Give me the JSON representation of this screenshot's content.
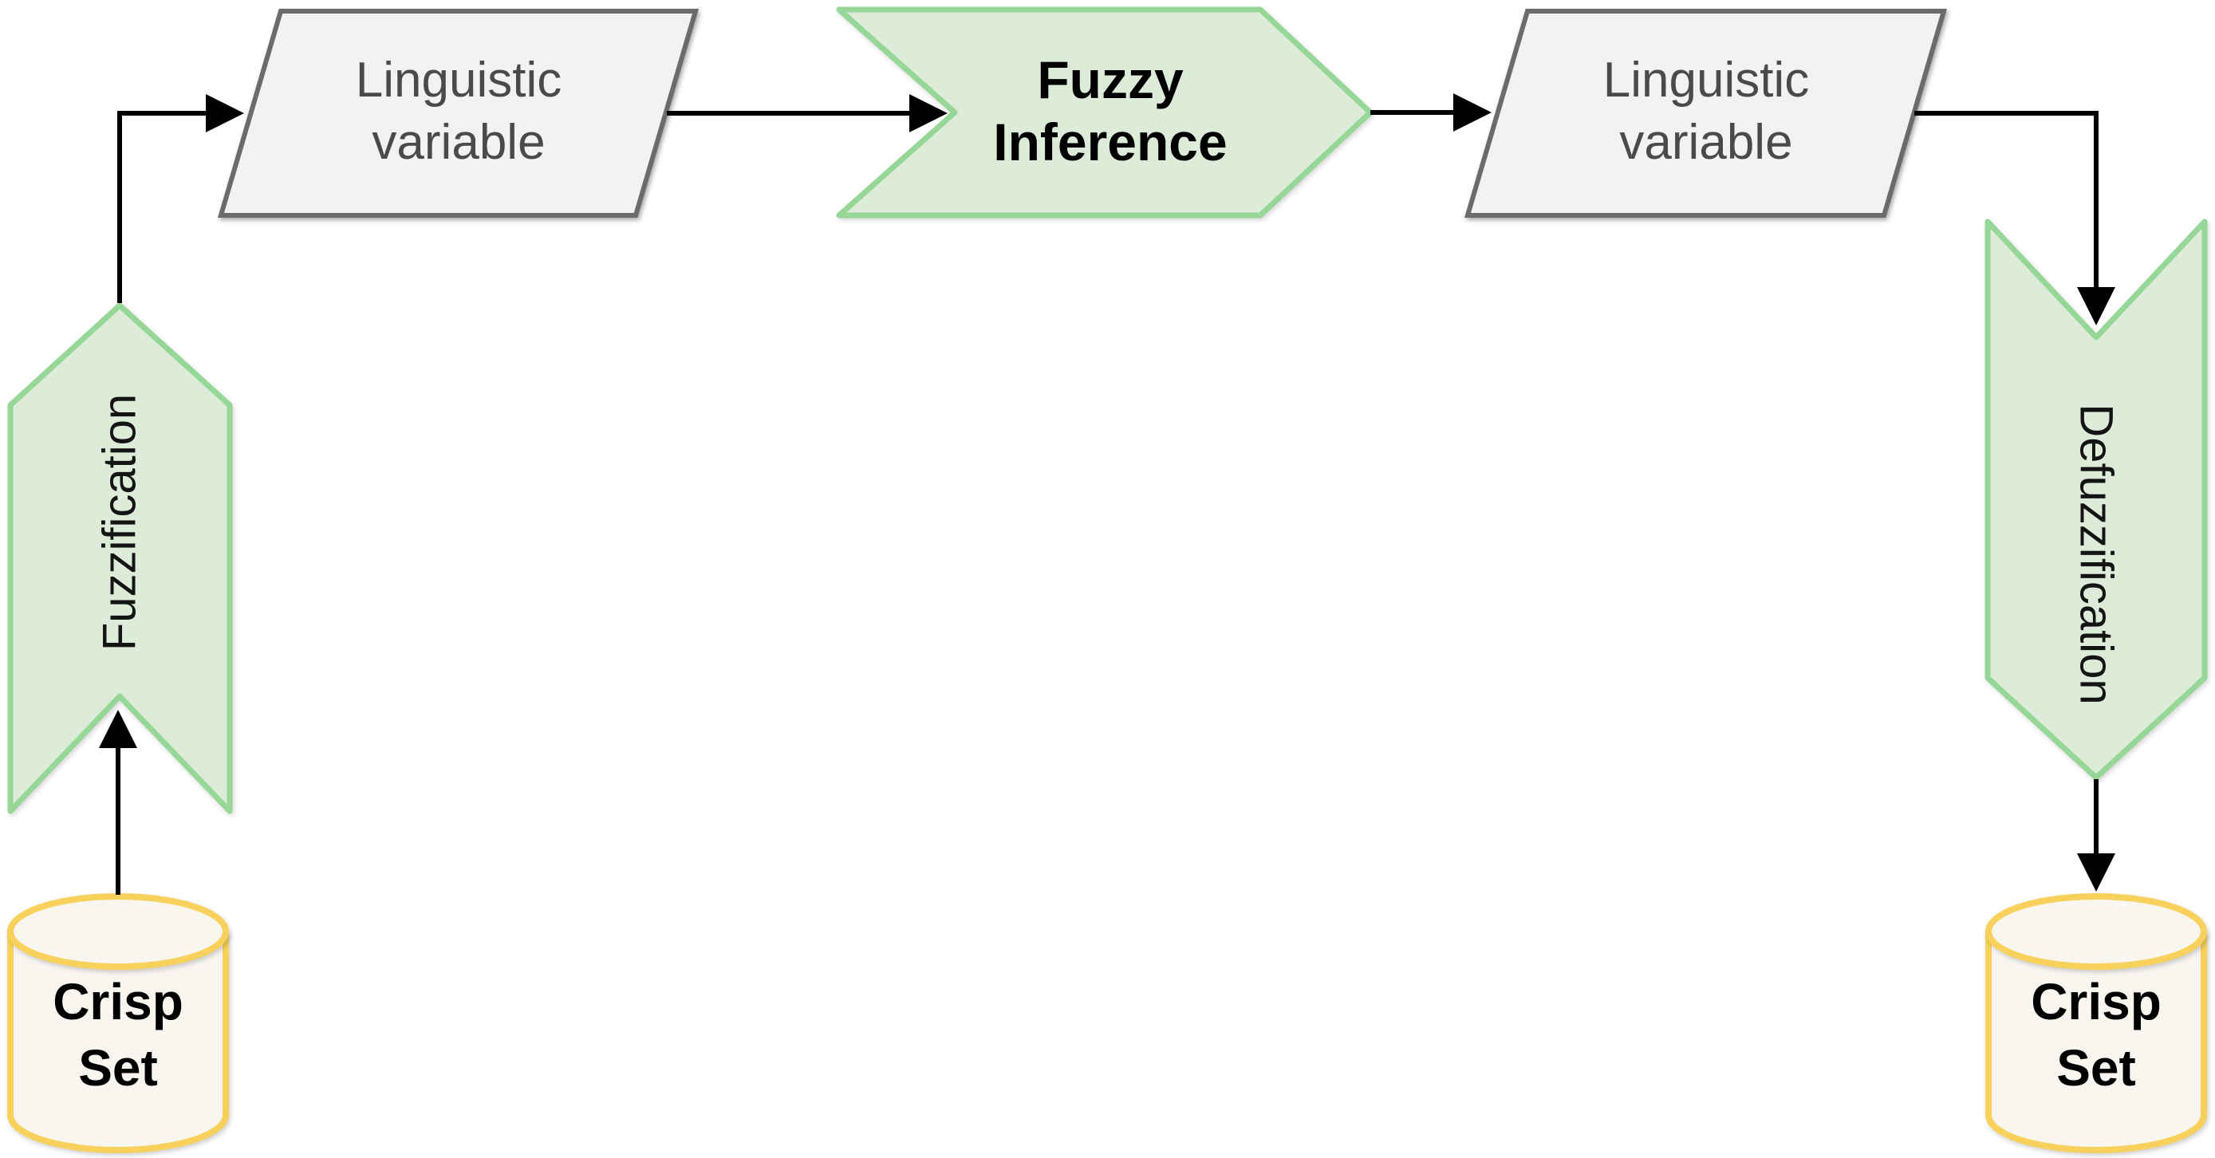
{
  "diagram": {
    "type": "flowchart",
    "topic": "fuzzy-inference-process",
    "nodes": {
      "crisp_set_input": {
        "label": "Crisp\nSet",
        "shape": "cylinder"
      },
      "fuzzification": {
        "label": "Fuzzification",
        "shape": "chevron-arrow-up"
      },
      "linguistic_variable_input": {
        "label": "Linguistic\nvariable",
        "shape": "parallelogram"
      },
      "fuzzy_inference": {
        "label": "Fuzzy\nInference",
        "shape": "chevron-arrow-right"
      },
      "linguistic_variable_output": {
        "label": "Linguistic\nvariable",
        "shape": "parallelogram"
      },
      "defuzzification": {
        "label": "Defuzzification",
        "shape": "chevron-arrow-down"
      },
      "crisp_set_output": {
        "label": "Crisp\nSet",
        "shape": "cylinder"
      }
    },
    "edges": [
      {
        "from": "crisp_set_input",
        "to": "fuzzification"
      },
      {
        "from": "fuzzification",
        "to": "linguistic_variable_input"
      },
      {
        "from": "linguistic_variable_input",
        "to": "fuzzy_inference"
      },
      {
        "from": "fuzzy_inference",
        "to": "linguistic_variable_output"
      },
      {
        "from": "linguistic_variable_output",
        "to": "defuzzification"
      },
      {
        "from": "defuzzification",
        "to": "crisp_set_output"
      }
    ],
    "colors": {
      "process_fill": "#dcecd9",
      "process_stroke": "#96d696",
      "io_fill": "#f2f2f2",
      "io_stroke": "#6b6b6b",
      "store_fill": "#f8f6ef",
      "store_stroke": "#f7d15c",
      "connector": "#000000",
      "io_text": "#4a4a4a",
      "process_text": "#000000"
    }
  }
}
